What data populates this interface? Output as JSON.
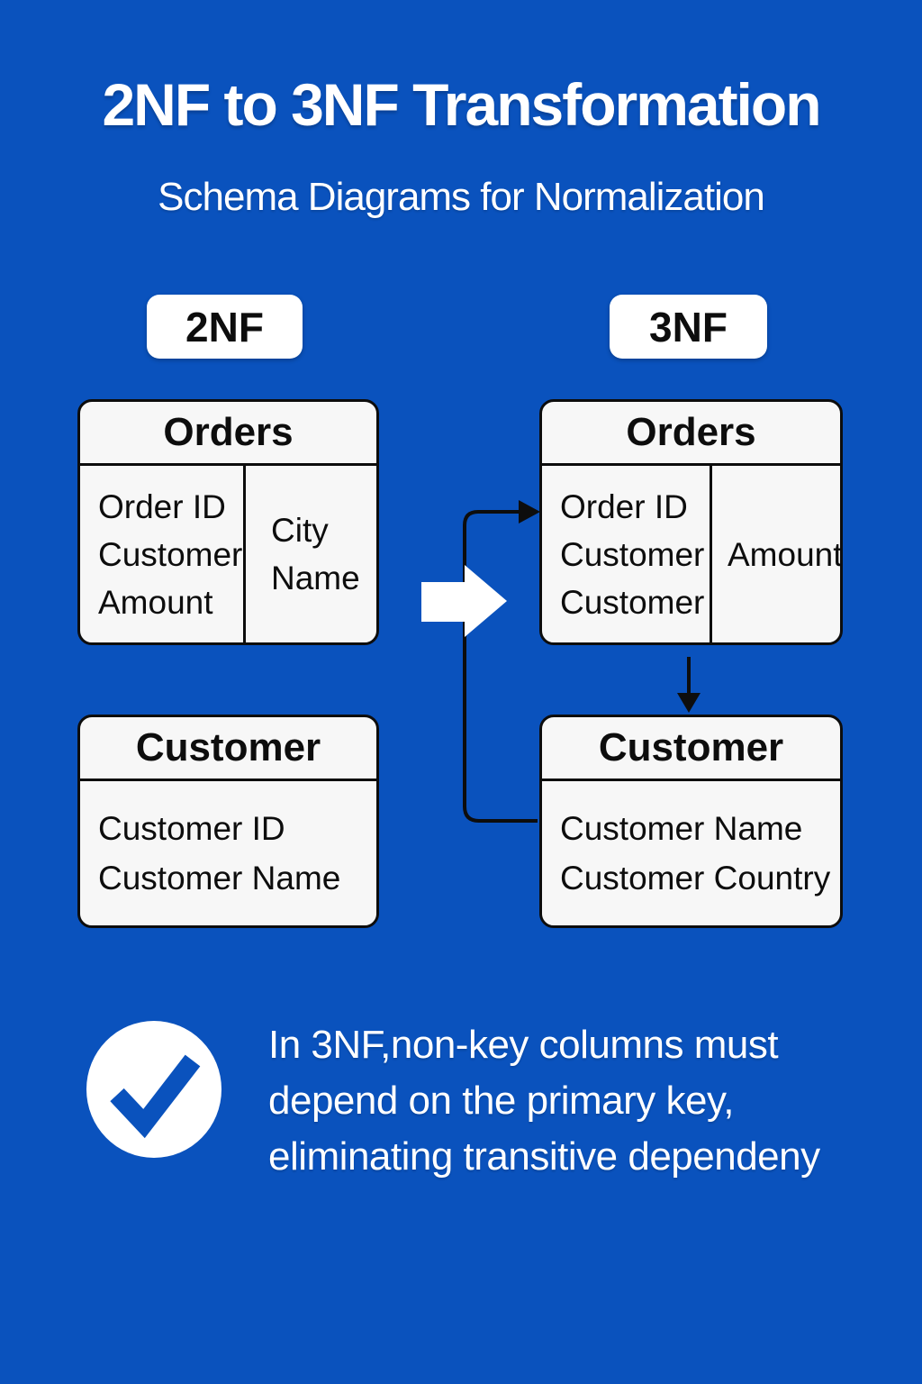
{
  "header": {
    "title": "2NF to 3NF Transformation",
    "subtitle": "Schema Diagrams for Normalization"
  },
  "badges": {
    "left": "2NF",
    "right": "3NF"
  },
  "diagram": {
    "orders_2nf": {
      "title": "Orders",
      "key_fields": [
        "Order ID",
        "Customer",
        "Amount"
      ],
      "side_fields": [
        "City",
        "Name"
      ]
    },
    "orders_3nf": {
      "title": "Orders",
      "key_fields": [
        "Order ID",
        "Customer",
        "Customer"
      ],
      "side_fields": [
        "Amount"
      ]
    },
    "customer_2nf": {
      "title": "Customer",
      "fields": [
        "Customer ID",
        "Customer Name"
      ]
    },
    "customer_3nf": {
      "title": "Customer",
      "fields": [
        "Customer Name",
        "Customer Country"
      ]
    }
  },
  "note": {
    "lines": [
      "In 3NF,non-key columns must",
      "depend on the primary key,",
      "eliminating transitive dependeny"
    ]
  },
  "icons": {
    "check": "check-icon",
    "block_arrow": "right-block-arrow-icon",
    "fk_connector": "elbow-connector-arrow",
    "orders_customer_link": "down-arrow"
  },
  "colors": {
    "background": "#0A52BD",
    "panel": "#F7F7F7",
    "line": "#0d0d0d",
    "text_on_blue": "#FFFFFF"
  }
}
